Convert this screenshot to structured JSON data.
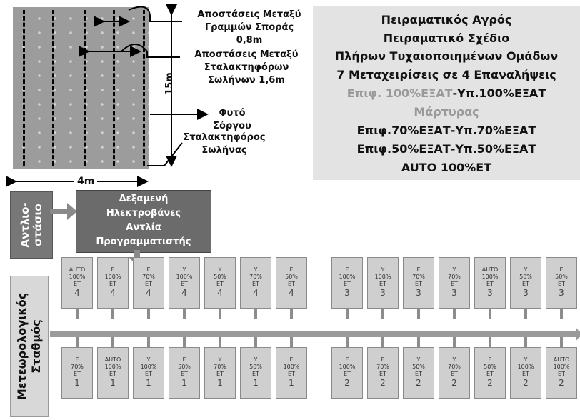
{
  "schematic": {
    "label_row_spacing": "Αποστάσεις Μεταξύ\nΓραμμών Σποράς\n0,8m",
    "label_dripper_spacing": "Αποστάσεις Μεταξύ\nΣταλακτηφόρων\nΣωλήνων 1,6m",
    "label_plant": "Φυτό\nΣόργου",
    "label_dripper": "Σταλακτηφόρος\nΣωλήνας",
    "dim_height": "15m",
    "dim_width": "4m"
  },
  "info": {
    "line1": "Πειραματικός Αγρός",
    "line2": "Πειραματικό Σχέδιο",
    "line3": "Πλήρων Τυχαιοποιημένων Ομάδων",
    "line4": "7 Μεταχειρίσεις σε 4 Επαναλήψεις",
    "line5a": "Επιφ. 100%ΕΞΑΤ",
    "line5b": "-Υπ.100%ΕΞΑΤ",
    "line6": "Μάρτυρας",
    "line7": "Επιφ.70%ΕΞΑΤ-Υπ.70%ΕΞΑΤ",
    "line8": "Επιφ.50%ΕΞΑΤ-Υπ.50%ΕΞΑΤ",
    "line9": "AUTO 100%ΕΤ",
    "colors": {
      "gray_text": "#999999",
      "dark_text": "#111111"
    }
  },
  "equipment": {
    "pump_station": "Αντλιο-\nστάσιο",
    "tank": "Δεξαμενή\nΗλεκτροβάνες\nΑντλία\nΠρογραμματιστής",
    "weather_station": "Μετεωρολογικός\nΣταθμός"
  },
  "plots": {
    "top_left": [
      {
        "t": "AUTO",
        "p": "100%",
        "u": "ET",
        "r": "4"
      },
      {
        "t": "E",
        "p": "100%",
        "u": "ET",
        "r": "4"
      },
      {
        "t": "E",
        "p": "70%",
        "u": "ET",
        "r": "4"
      },
      {
        "t": "Y",
        "p": "100%",
        "u": "ET",
        "r": "4"
      },
      {
        "t": "Y",
        "p": "50%",
        "u": "ET",
        "r": "4"
      },
      {
        "t": "Y",
        "p": "70%",
        "u": "ET",
        "r": "4"
      },
      {
        "t": "E",
        "p": "50%",
        "u": "ET",
        "r": "4"
      }
    ],
    "top_right": [
      {
        "t": "E",
        "p": "100%",
        "u": "ET",
        "r": "3"
      },
      {
        "t": "Y",
        "p": "100%",
        "u": "ET",
        "r": "3"
      },
      {
        "t": "E",
        "p": "70%",
        "u": "ET",
        "r": "3"
      },
      {
        "t": "Y",
        "p": "70%",
        "u": "ET",
        "r": "3"
      },
      {
        "t": "AUTO",
        "p": "100%",
        "u": "ET",
        "r": "3"
      },
      {
        "t": "Y",
        "p": "50%",
        "u": "ET",
        "r": "3"
      },
      {
        "t": "E",
        "p": "50%",
        "u": "ET",
        "r": "3"
      }
    ],
    "bottom_left": [
      {
        "t": "E",
        "p": "70%",
        "u": "ET",
        "r": "1"
      },
      {
        "t": "AUTO",
        "p": "100%",
        "u": "ET",
        "r": "1"
      },
      {
        "t": "Y",
        "p": "100%",
        "u": "ET",
        "r": "1"
      },
      {
        "t": "E",
        "p": "50%",
        "u": "ET",
        "r": "1"
      },
      {
        "t": "Y",
        "p": "70%",
        "u": "ET",
        "r": "1"
      },
      {
        "t": "Y",
        "p": "50%",
        "u": "ET",
        "r": "1"
      },
      {
        "t": "E",
        "p": "100%",
        "u": "ET",
        "r": "1"
      }
    ],
    "bottom_right": [
      {
        "t": "E",
        "p": "100%",
        "u": "ET",
        "r": "2"
      },
      {
        "t": "E",
        "p": "70%",
        "u": "ET",
        "r": "2"
      },
      {
        "t": "Y",
        "p": "50%",
        "u": "ET",
        "r": "2"
      },
      {
        "t": "Y",
        "p": "70%",
        "u": "ET",
        "r": "2"
      },
      {
        "t": "E",
        "p": "50%",
        "u": "ET",
        "r": "2"
      },
      {
        "t": "Y",
        "p": "100%",
        "u": "ET",
        "r": "2"
      },
      {
        "t": "AUTO",
        "p": "100%",
        "u": "ET",
        "r": "2"
      }
    ]
  }
}
